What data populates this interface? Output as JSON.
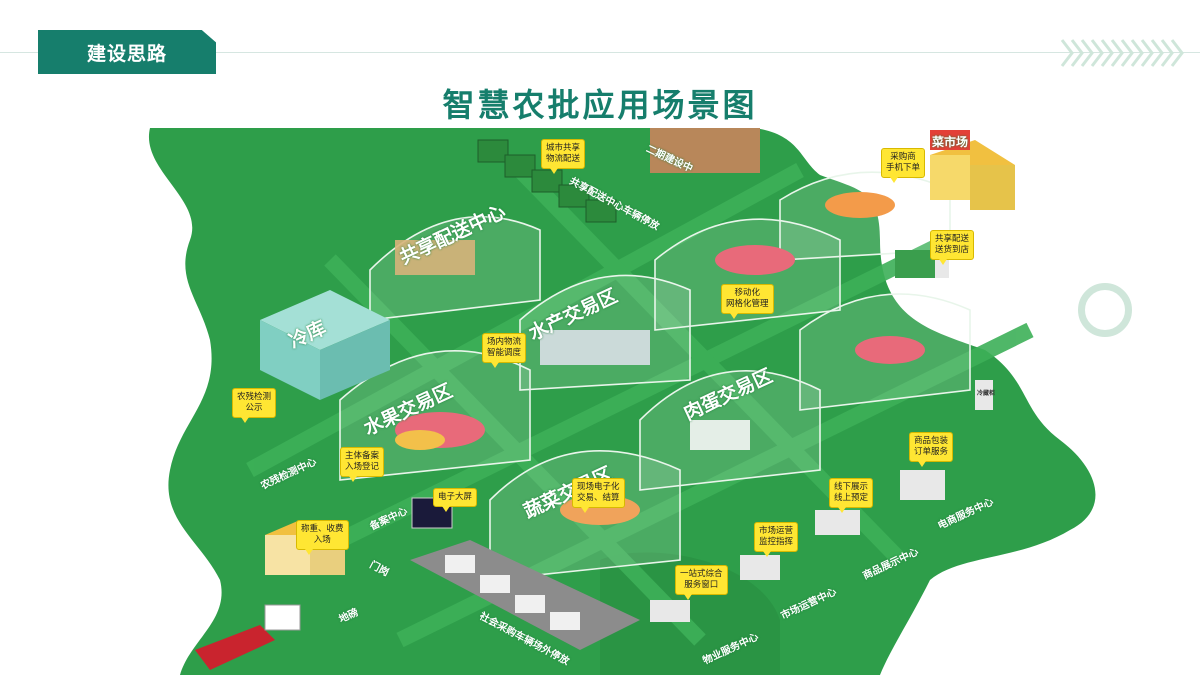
{
  "header": {
    "section_tab": "建设思路",
    "title": "智慧农批应用场景图"
  },
  "colors": {
    "brand": "#167e6c",
    "scene_green": "#2e9e4a",
    "callout_yellow": "#ffe633"
  },
  "zones": {
    "distribution_center": "共享配送中心",
    "cold_storage": "冷库",
    "fruit_zone": "水果交易区",
    "aquatic_zone": "水产交易区",
    "meat_egg_zone": "肉蛋交易区",
    "vegetable_zone": "蔬菜交易区",
    "testing_center": "农残检测中心",
    "filing_center": "备案中心",
    "property_center": "物业服务中心",
    "operation_center": "市场运营中心",
    "display_center": "商品展示中心",
    "ecommerce_center": "电商服务中心",
    "phase2": "二期建设中",
    "sharing_parking": "共享配送中心车辆停放",
    "social_parking": "社会采购车辆场外停放",
    "gate": "门岗",
    "weighbridge": "地磅",
    "market_sign": "菜市场",
    "cold_box": "冷藏柜"
  },
  "callouts": {
    "city_logistics": "城市共享\n物流配送",
    "buyer_order": "采购商\n手机下单",
    "shared_delivery": "共享配送\n送货到店",
    "mobile_grid": "移动化\n网格化管理",
    "inmarket_logistics": "场内物流\n智能调度",
    "pesticide_test": "农残检测\n公示",
    "filing_register": "主体备案\n入场登记",
    "big_screen": "电子大屏",
    "electronic_trade": "现场电子化\n交易、结算",
    "weigh_entry": "称重、收费\n入场",
    "packing_service": "商品包装\n订单服务",
    "online_offline": "线下展示\n线上预定",
    "operation_monitor": "市场运营\n监控指挥",
    "one_stop": "一站式综合\n服务窗口"
  }
}
